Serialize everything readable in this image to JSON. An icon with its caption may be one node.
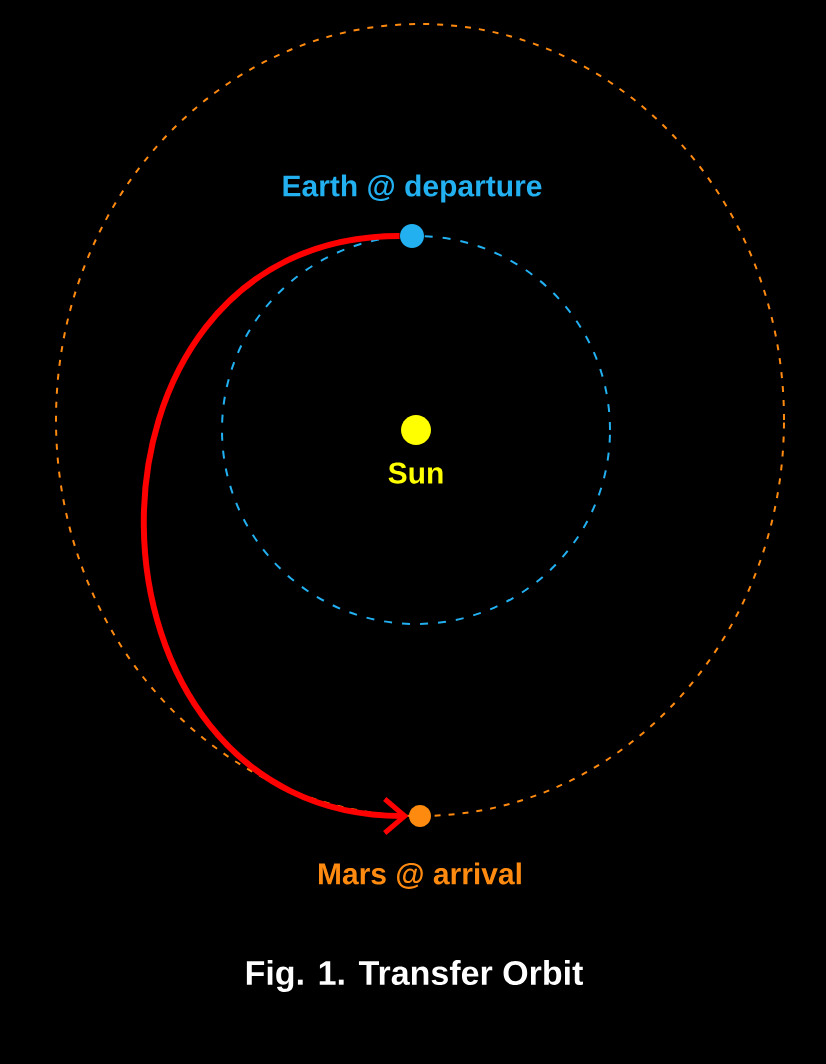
{
  "diagram": {
    "caption": "Fig. 1. Transfer Orbit",
    "nodes": [
      {
        "text": [
          "Earth @ departure"
        ]
      },
      {
        "text": [
          "Sun"
        ]
      },
      {
        "text": [
          "Mars @ arrival"
        ]
      }
    ],
    "edges": [
      {
        "from": 0,
        "to": 2,
        "arrow": "to"
      }
    ]
  }
}
